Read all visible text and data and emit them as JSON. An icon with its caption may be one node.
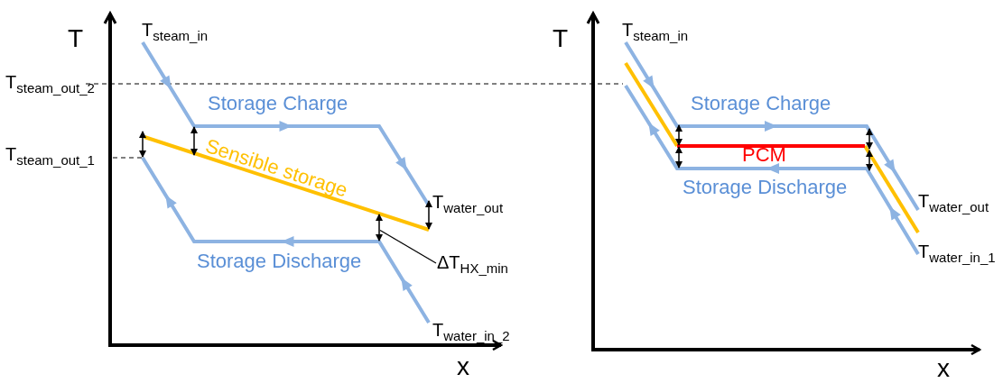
{
  "diagram": {
    "nodes": [
      {
        "text": [
          "ΔT$_{HX_min}$"
        ]
      },
      {
        "text": [],
        "shape": "arrow"
      }
    ],
    "edges": [
      {
        "from": 0,
        "to": 1,
        "arrow": "none"
      }
    ],
    "labels": [
      "T",
      "T$_{steam_in}$",
      "T$_{steam_out_2}$",
      "Storage Charge",
      "Sensible storage",
      "T$_{steam_out_1}$",
      "T$_{water_out}$",
      "Storage Discharge",
      "T$_{water_in_2}$",
      "x",
      "T",
      "T$_{steam_in}$",
      "Storage Charge",
      "PCM",
      "Storage Discharge",
      "T$_{water_out}$",
      "T$_{water_in_1}$",
      "x"
    ]
  }
}
